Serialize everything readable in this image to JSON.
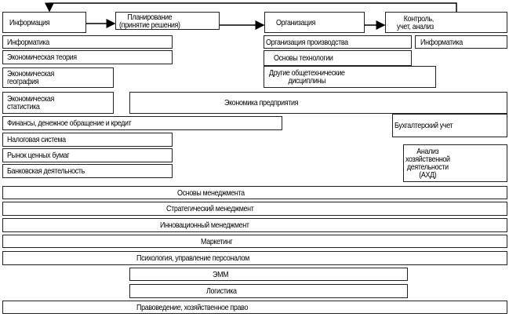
{
  "stages": {
    "information": "Информация",
    "planning": "Планирование\n(принятие  решения)",
    "organization": "Организация",
    "control": "Контроль,\nучет, анализ"
  },
  "disciplines": {
    "informatics": "Информатика",
    "production_org": "Организация производства",
    "informatics_2": "Информатика",
    "economic_theory": "Экономическая  теория",
    "tech_basics": "Основы  технологии",
    "economic_geography": "Экономическая\nгеография",
    "other_technical": "Другие  общетехнические\nдисциплины",
    "economic_statistics": "Экономическая\nстатистика",
    "enterprise_economics": "Экономика  предприятия",
    "finance": "Финансы, денежное обращение и кредит",
    "accounting": "Бухгалтерский учет",
    "tax_system": "Налоговая система",
    "securities_market": "Рынок ценных бумаг",
    "banking": "Банковская деятельность",
    "economic_analysis": "Анализ\nхозяйственной\nдеятельности\n(АХД)",
    "management_basics": "Основы  менеджмента",
    "strategic_management": "Стратегический менеджмент",
    "innovation_management": "Инновационный менеджмент",
    "marketing": "Маркетинг",
    "psychology": "Психология,  управление персоналом",
    "emm": "ЭММ",
    "logistics": "Логистика",
    "law": "Правоведение,  хозяйственное  право"
  }
}
